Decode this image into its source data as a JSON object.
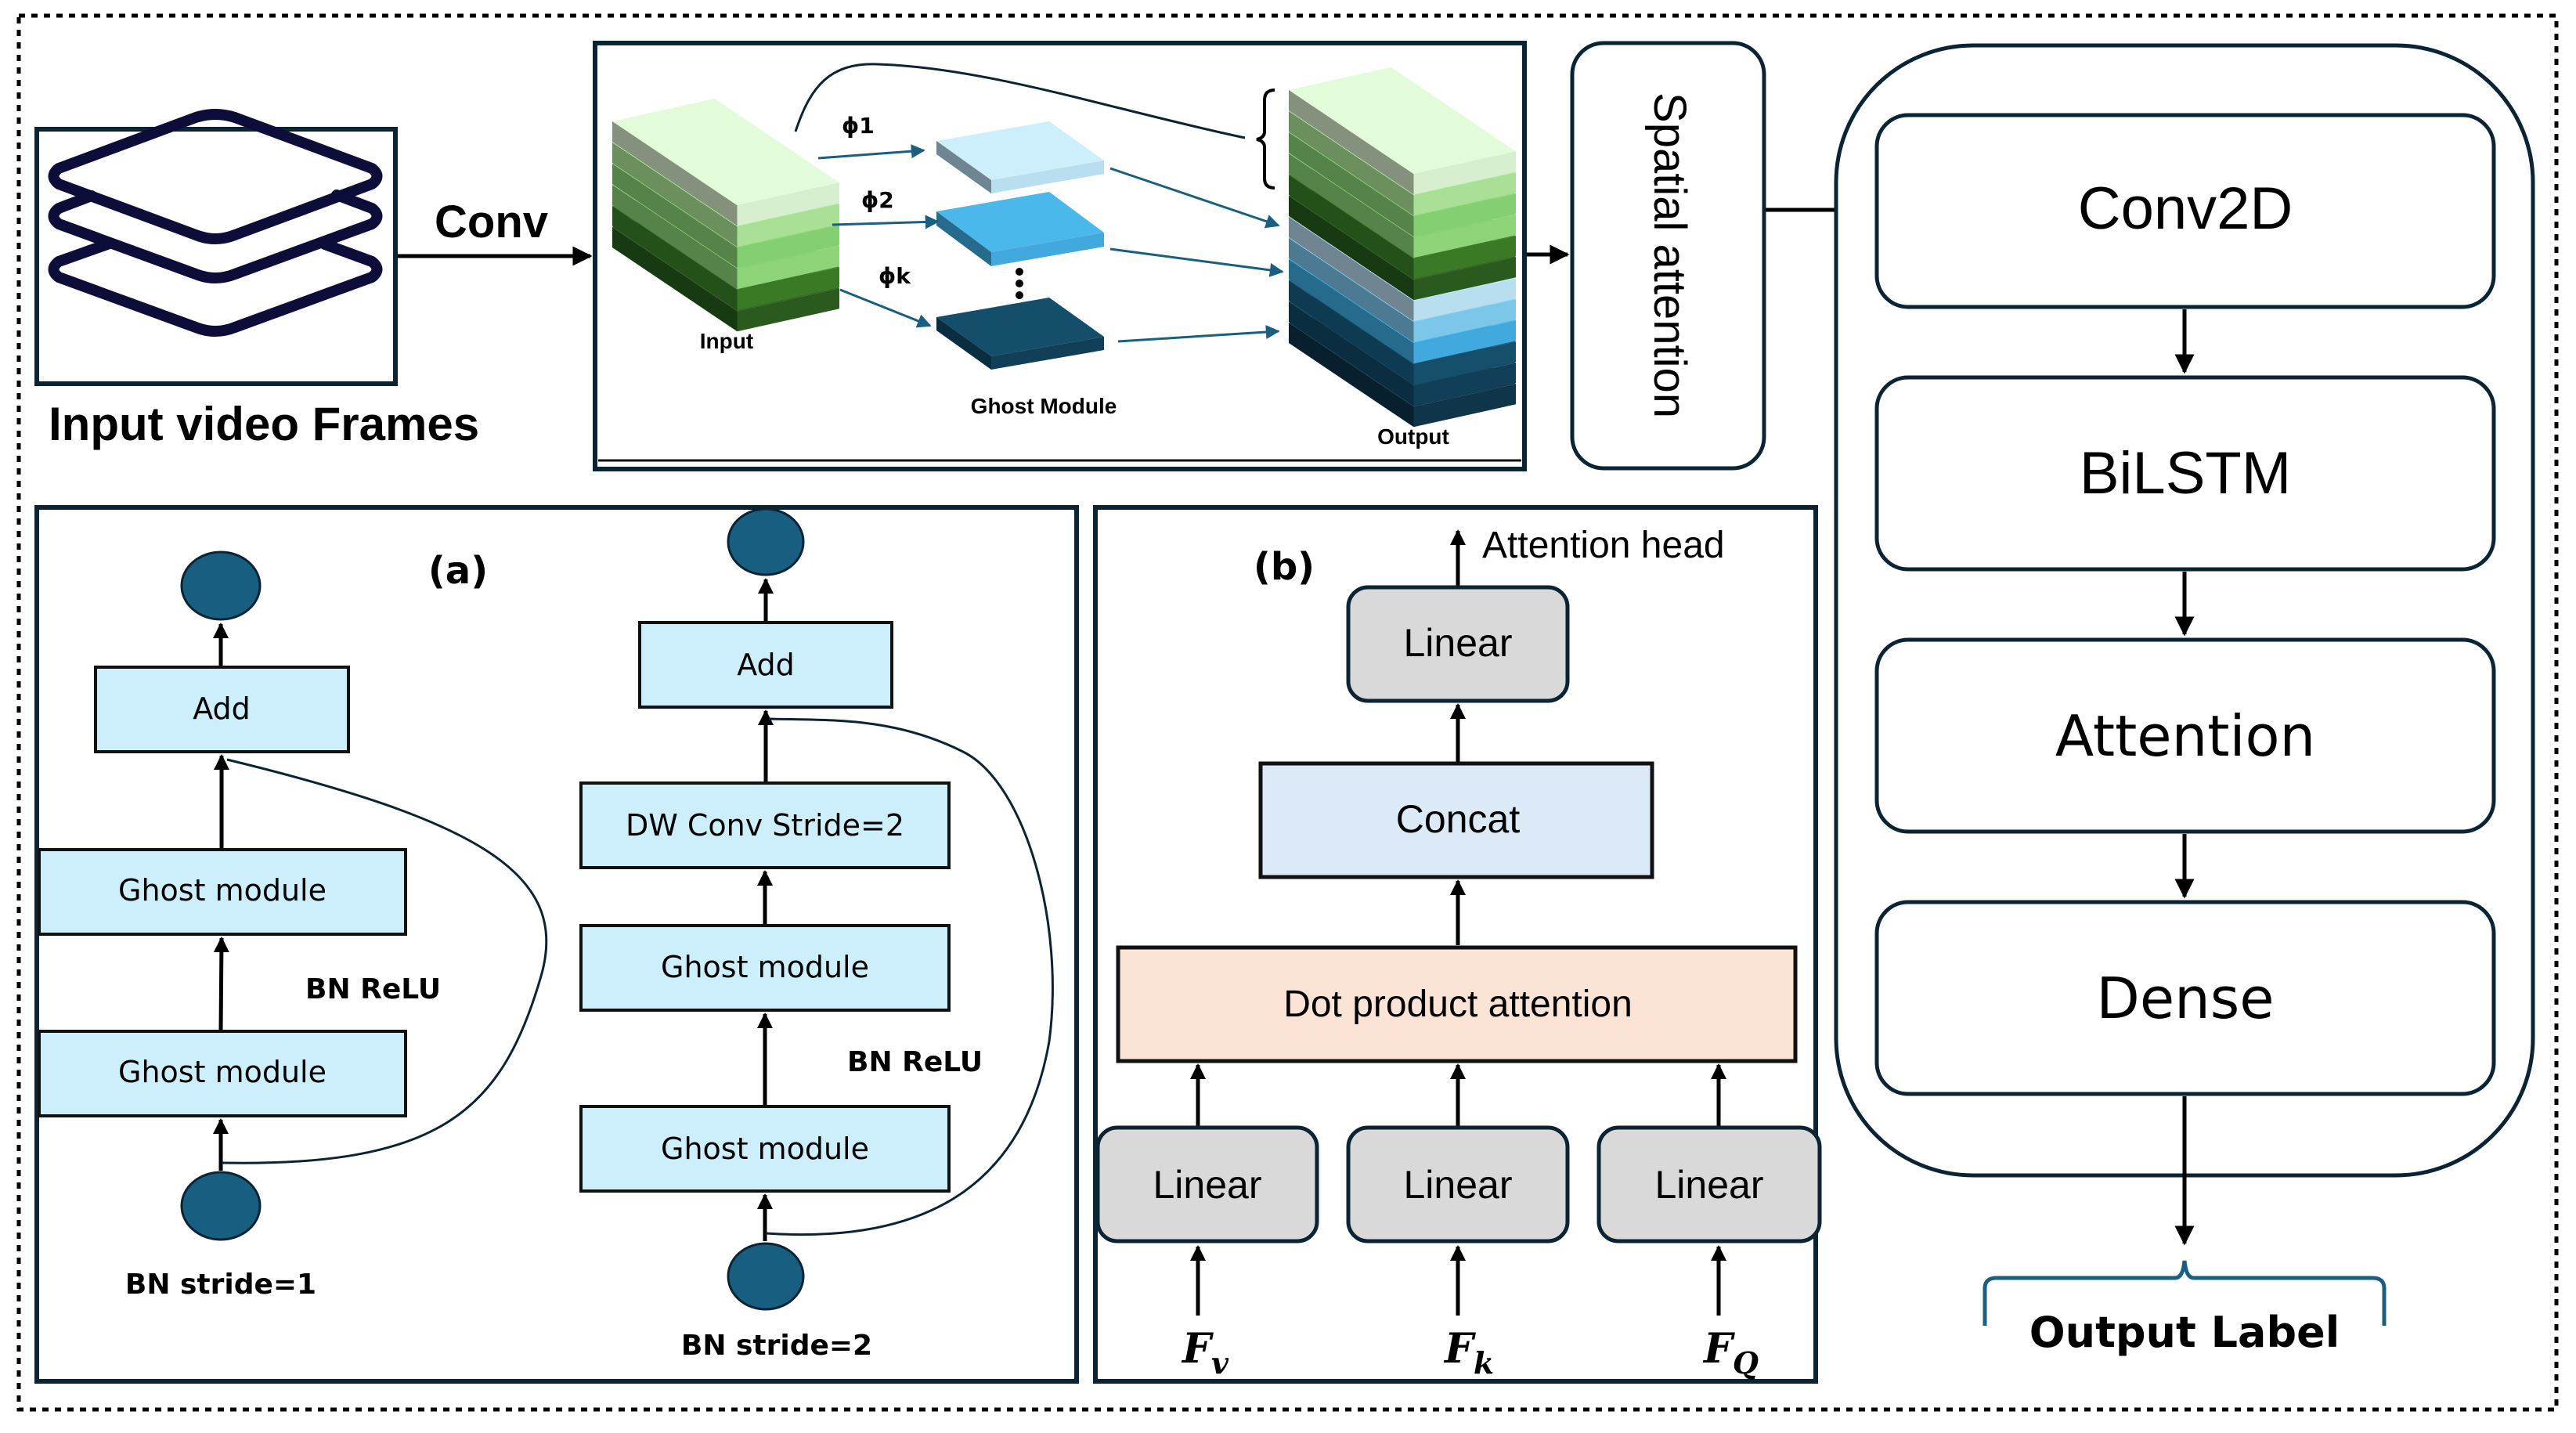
{
  "input_section": {
    "label": "Input video Frames",
    "icon": "layers-icon",
    "conv_label": "Conv"
  },
  "ghost_module_panel": {
    "input_label": "Input",
    "module_label": "Ghost Module",
    "output_label": "Output",
    "phi_labels": [
      "ϕ1",
      "ϕ2",
      "ϕk"
    ],
    "colors": {
      "input_top": "#e2fbd9",
      "green_mid": "#8ed87a",
      "green_dark": "#2d5f1f",
      "ghost1": "#cdeefb",
      "ghost2": "#4ab8ea",
      "ghostk": "#154e6b"
    }
  },
  "spatial_attention": {
    "label": "Spatial attention"
  },
  "pipeline": {
    "blocks": [
      "Conv2D",
      "BiLSTM",
      "Attention",
      "Dense"
    ],
    "output_label": "Output Label"
  },
  "panel_a": {
    "tag": "(a)",
    "left_block": {
      "boxes": [
        "Add",
        "Ghost module",
        "Ghost module"
      ],
      "side_label": "BN ReLU",
      "bottom_label": "BN stride=1"
    },
    "right_block": {
      "boxes": [
        "Add",
        "DW Conv Stride=2",
        "Ghost module",
        "Ghost module"
      ],
      "side_label": "BN ReLU",
      "bottom_label": "BN stride=2"
    }
  },
  "panel_b": {
    "tag": "(b)",
    "head_label": "Attention head",
    "linear_top": "Linear",
    "concat": "Concat",
    "dot_product": "Dot product attention",
    "linear_inputs": [
      "Linear",
      "Linear",
      "Linear"
    ],
    "inputs": [
      {
        "main": "F",
        "sub": "v"
      },
      {
        "main": "F",
        "sub": "k"
      },
      {
        "main": "F",
        "sub": "Q"
      }
    ]
  },
  "colors": {
    "border_dark": "#0b2433",
    "node_fill": "#175e80",
    "light_blue_box": "#cdeefb",
    "concat_box": "#dce9f6",
    "dot_box": "#fbe3d6",
    "linear_box": "#d9d9d9",
    "brace": "#1b5f80"
  }
}
